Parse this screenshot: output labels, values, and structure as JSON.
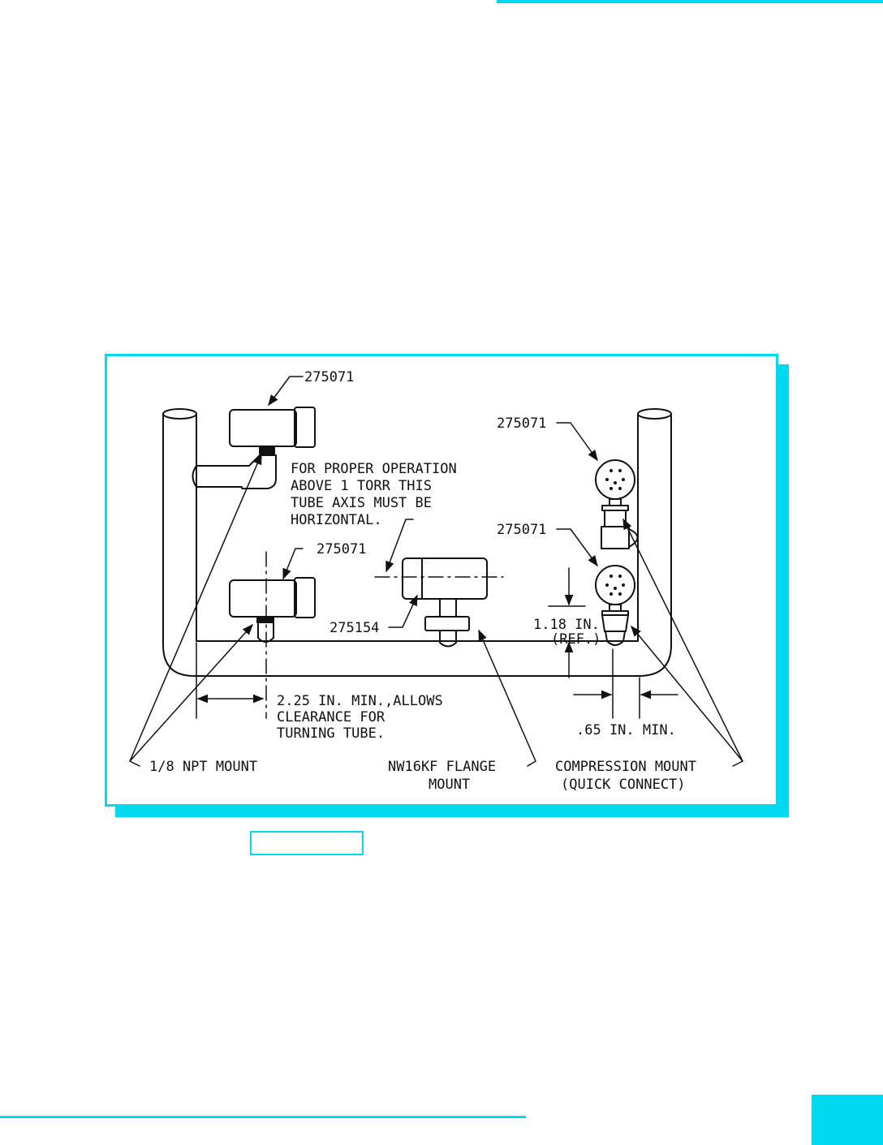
{
  "colors": {
    "accent": "#00d9ef",
    "ink": "#111111"
  },
  "figure": {
    "part_numbers": {
      "npt_upper": "275071",
      "npt_lower": "275071",
      "flange": "275154",
      "compression_upper": "275071",
      "compression_lower": "275071"
    },
    "note": {
      "line1": "FOR PROPER OPERATION",
      "line2": "ABOVE 1 TORR THIS",
      "line3": "TUBE AXIS MUST BE",
      "line4": "HORIZONTAL."
    },
    "dimensions": {
      "clearance_line1": "2.25 IN. MIN.,ALLOWS",
      "clearance_line2": "CLEARANCE FOR",
      "clearance_line3": "TURNING TUBE.",
      "height_value": "1.18 IN.",
      "height_ref": "(REF.)",
      "min_spacing": ".65 IN. MIN."
    },
    "mount_labels": {
      "npt": "1/8 NPT MOUNT",
      "flange_line1": "NW16KF FLANGE",
      "flange_line2": "MOUNT",
      "compression_line1": "COMPRESSION MOUNT",
      "compression_line2": "(QUICK CONNECT)"
    }
  }
}
